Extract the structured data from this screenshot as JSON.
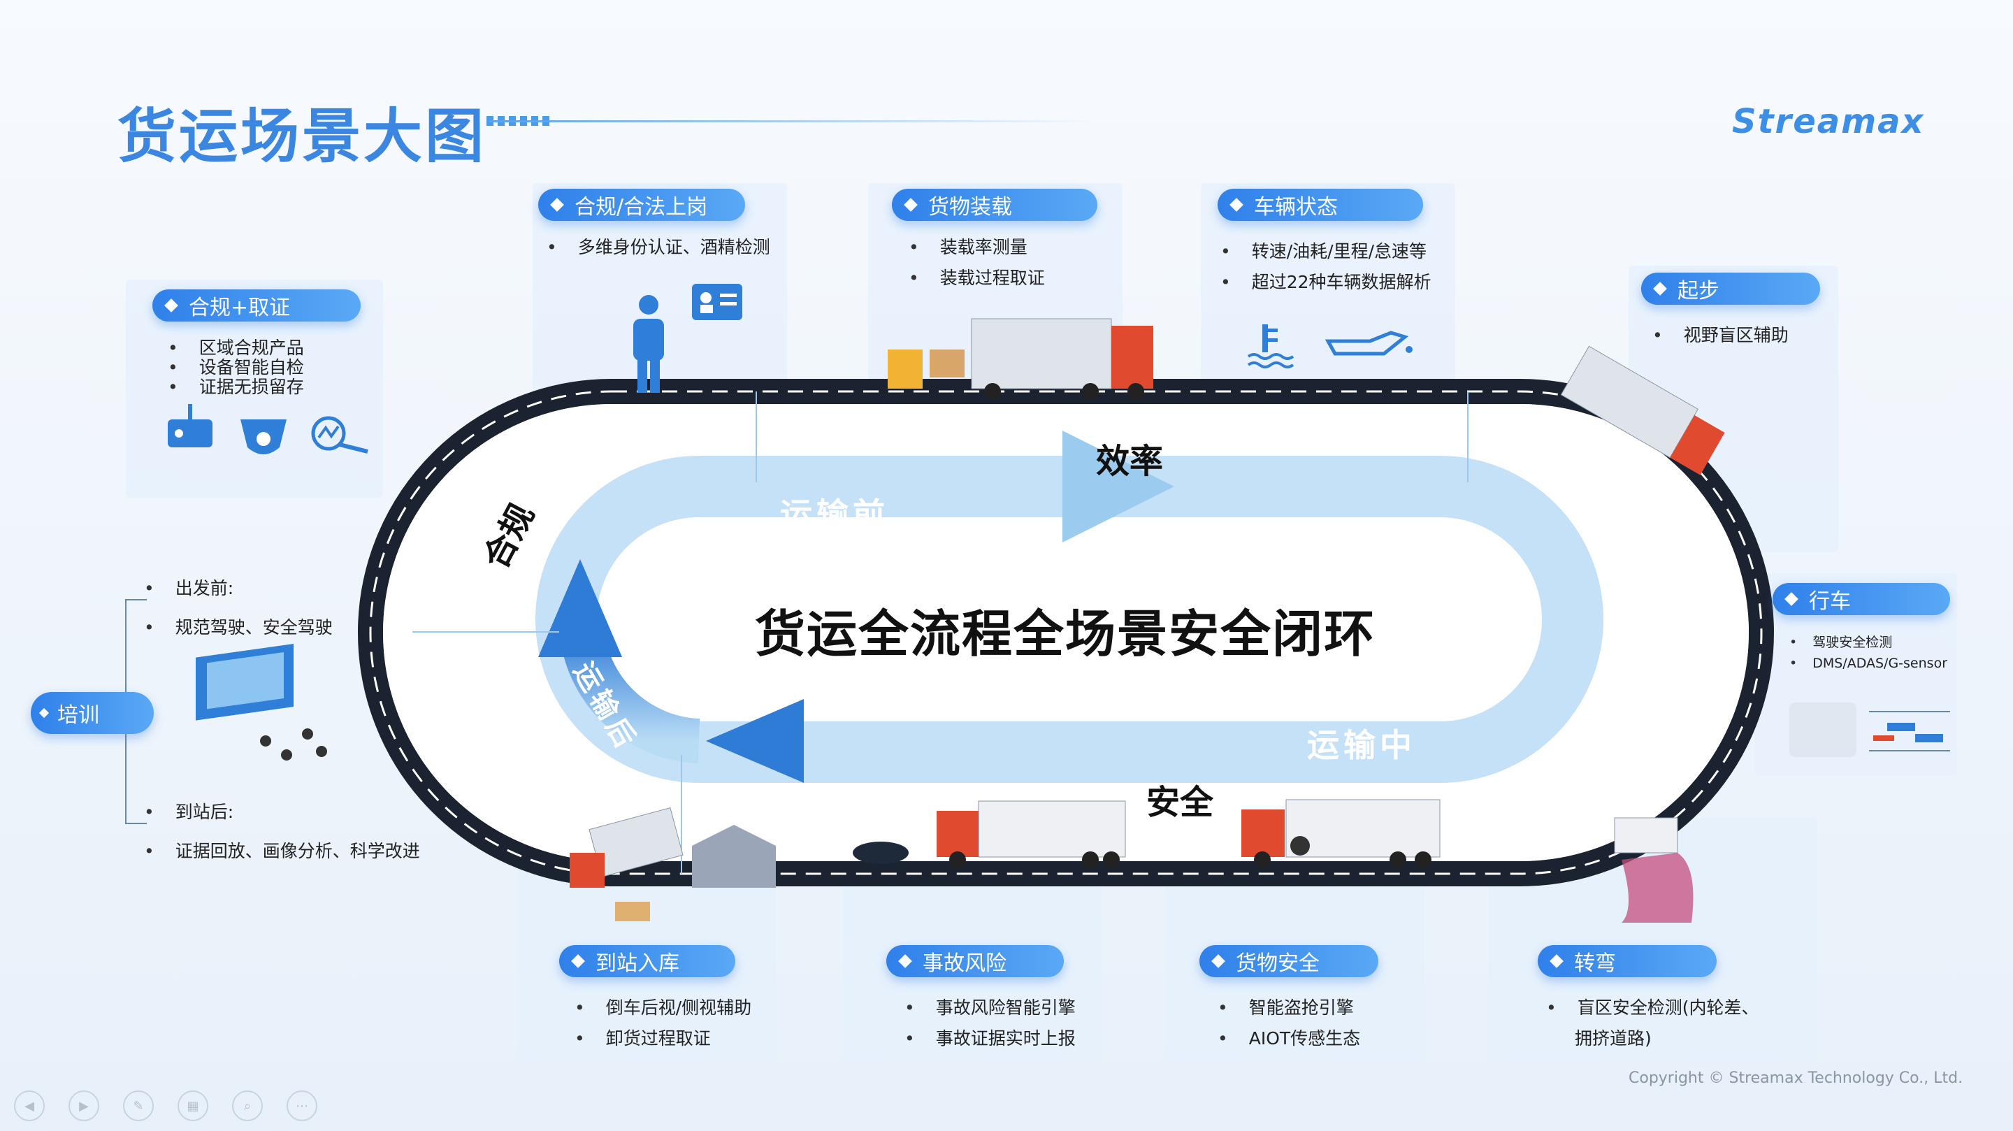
{
  "header": {
    "title": "货运场景大图",
    "brand": "Streamax"
  },
  "center": {
    "text": "货运全流程全场景安全闭环"
  },
  "ring_labels": {
    "top": "效率",
    "bottom": "安全",
    "left": "合规"
  },
  "arrows": {
    "pre": "运输前",
    "mid": "运输中",
    "post": "运输后"
  },
  "cards": {
    "compliance_evidence": {
      "title": "合规+取证",
      "items": [
        "区域合规产品",
        "设备智能自检",
        "证据无损留存"
      ]
    },
    "compliance_on_duty": {
      "title": "合规/合法上岗",
      "items": [
        "多维身份认证、酒精检测"
      ]
    },
    "cargo_loading": {
      "title": "货物装载",
      "items": [
        "装载率测量",
        "装载过程取证"
      ]
    },
    "vehicle_status": {
      "title": "车辆状态",
      "items": [
        "转速/油耗/里程/怠速等",
        "超过22种车辆数据解析"
      ]
    },
    "start": {
      "title": "起步",
      "items": [
        "视野盲区辅助"
      ]
    },
    "driving": {
      "title": "行车",
      "items": [
        "驾驶安全检测",
        "DMS/ADAS/G-sensor"
      ]
    },
    "arrival": {
      "title": "到站入库",
      "items": [
        "倒车后视/侧视辅助",
        "卸货过程取证"
      ]
    },
    "accident_risk": {
      "title": "事故风险",
      "items": [
        "事故风险智能引擎",
        "事故证据实时上报"
      ]
    },
    "cargo_safety": {
      "title": "货物安全",
      "items": [
        "智能盗抢引擎",
        "AIOT传感生态"
      ]
    },
    "turning": {
      "title": "转弯",
      "items": [
        "盲区安全检测(内轮差、",
        "拥挤道路)"
      ]
    }
  },
  "training": {
    "label": "培训",
    "before_title": "出发前:",
    "before_item": "规范驾驶、安全驾驶",
    "after_title": "到站后:",
    "after_item": "证据回放、画像分析、科学改进"
  },
  "footer": {
    "copyright": "Copyright © Streamax Technology Co., Ltd."
  },
  "colors": {
    "accent": "#2f80ea",
    "road": "#1b2230",
    "arrow_light": "#a9d3f2",
    "arrow_dark": "#2f7fd8"
  }
}
